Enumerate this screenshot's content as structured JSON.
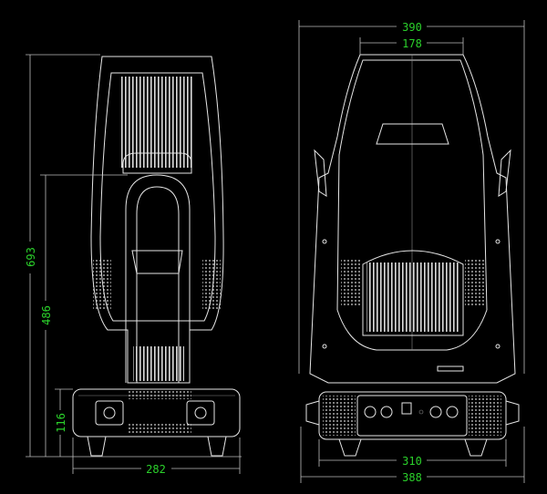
{
  "side_view": {
    "dimensions": {
      "overall_height": "693",
      "yoke_height": "486",
      "base_height": "116",
      "base_width": "282"
    }
  },
  "front_view": {
    "dimensions": {
      "head_width": "390",
      "head_top_width": "178",
      "base_width": "310",
      "overall_base_width": "388"
    }
  },
  "colors": {
    "background": "#000000",
    "lines": "#e6e6e6",
    "dimension_text": "#2bd12b"
  }
}
